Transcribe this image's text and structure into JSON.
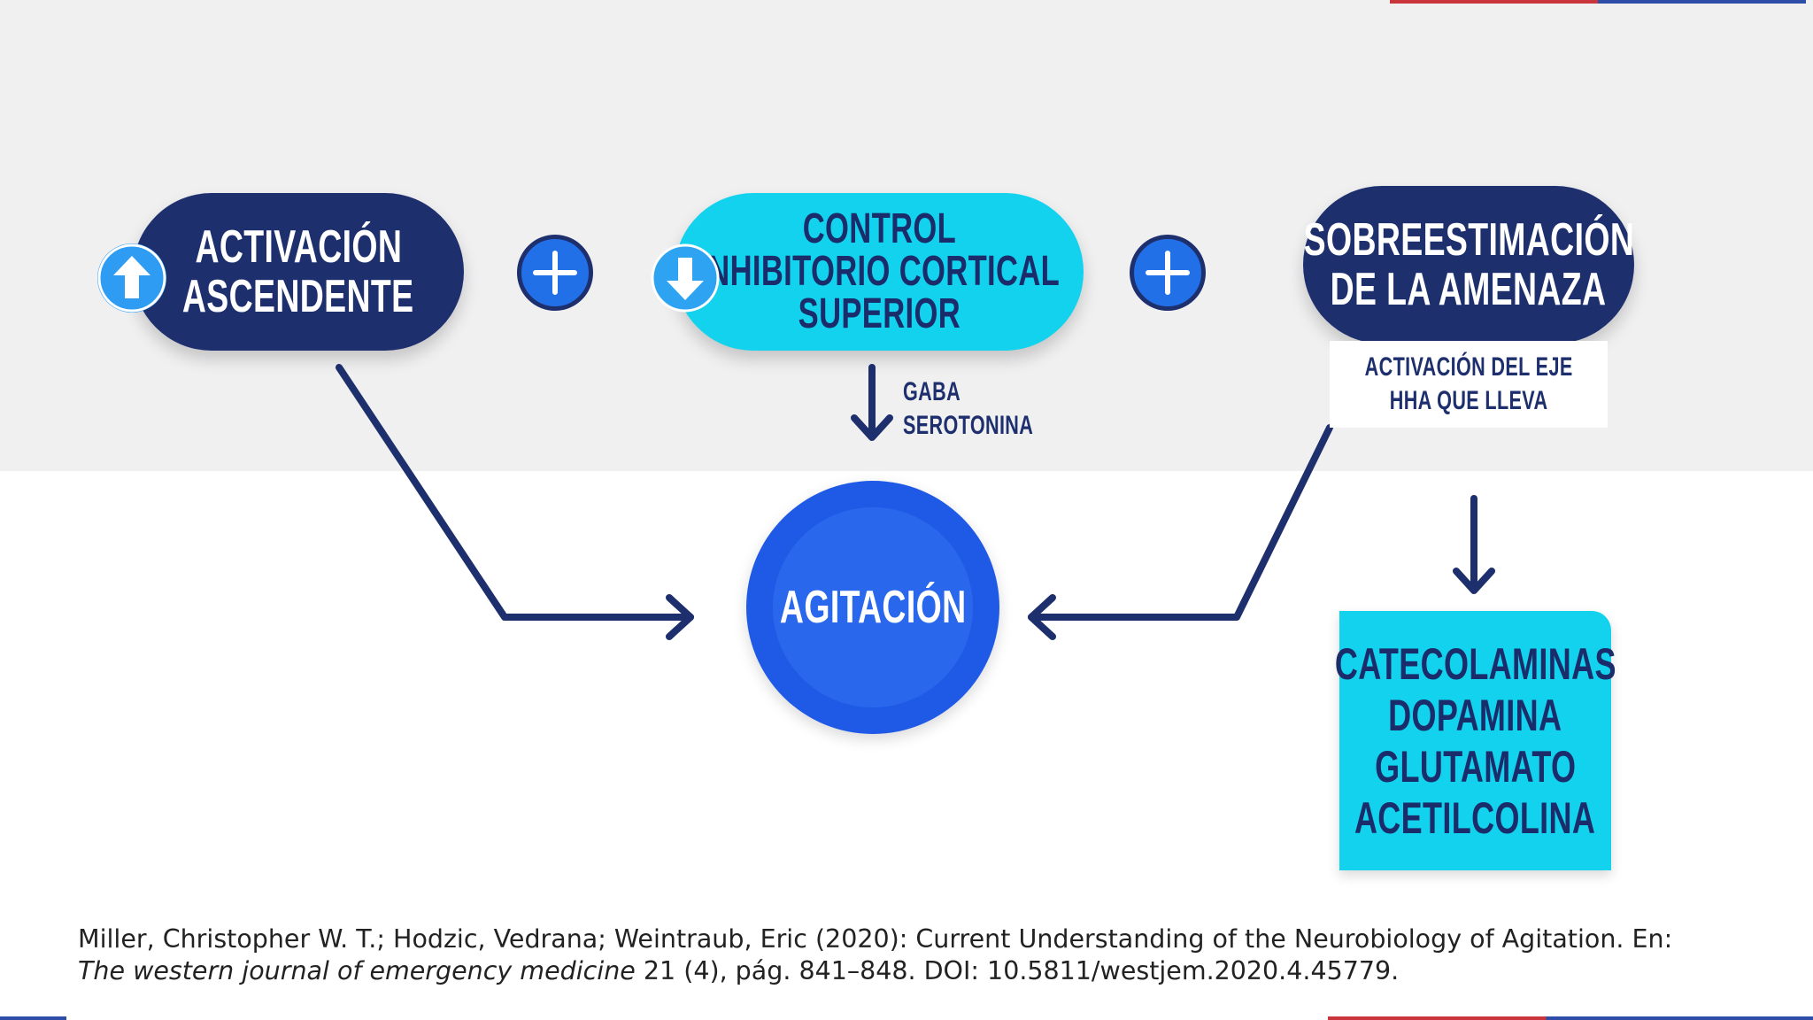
{
  "diagram": {
    "nodes": {
      "activacion": {
        "lines": [
          "ACTIVACIÓN",
          "ASCENDENTE"
        ]
      },
      "control": {
        "lines": [
          "CONTROL",
          "INHIBITORIO CORTICAL",
          "SUPERIOR"
        ]
      },
      "sobreestimacion": {
        "lines": [
          "SOBREESTIMACIÓN",
          "DE LA AMENAZA"
        ]
      },
      "agitacion": {
        "label": "AGITACIÓN"
      }
    },
    "labels": {
      "gaba": [
        "GABA",
        "SEROTONINA"
      ],
      "eje_hha": [
        "ACTIVACIÓN DEL EJE",
        "HHA QUE LLEVA"
      ]
    },
    "neurotransmisores": [
      "CATECOLAMINAS",
      "DOPAMINA",
      "GLUTAMATO",
      "ACETILCOLINA"
    ]
  },
  "citation": {
    "line1": "Miller, Christopher W. T.; Hodzic, Vedrana; Weintraub, Eric (2020): Current Understanding of the Neurobiology of Agitation. En:",
    "journal": "The western journal of emergency medicine",
    "line2_rest": " 21 (4), pág. 841–848. DOI: 10.5811/westjem.2020.4.45779."
  },
  "colors": {
    "navy": "#1e2f6e",
    "cyan": "#12d2ee",
    "blue": "#1f5ae6",
    "band": "#f0f0f1"
  },
  "icons": [
    "arrow-up-icon",
    "arrow-down-icon",
    "plus-icon",
    "plus-icon"
  ]
}
